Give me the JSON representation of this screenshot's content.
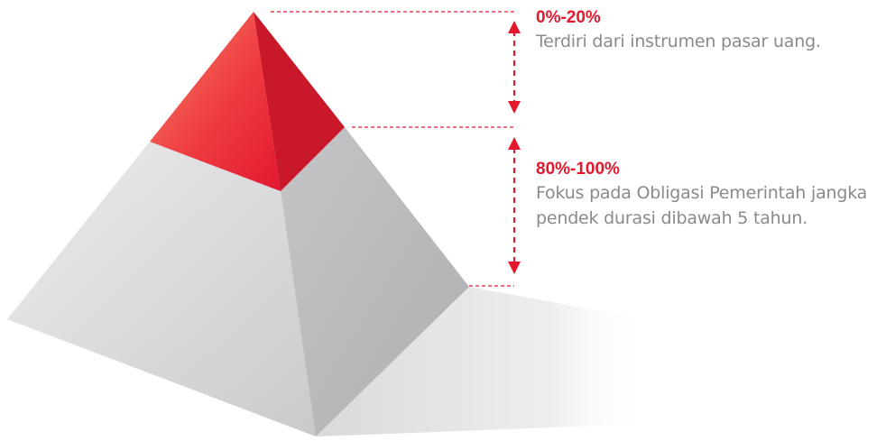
{
  "colors": {
    "accent": "#e3182d",
    "text_muted": "#8a8a8a",
    "pyramid_gray_left": "#d3d4d6",
    "pyramid_gray_right": "#b7b8ba"
  },
  "tiers": [
    {
      "percentage": "0%-20%",
      "description": "Terdiri dari instrumen pasar uang."
    },
    {
      "percentage": "80%-100%",
      "description": "Fokus pada Obligasi Pemerintah jangka pendek durasi dibawah 5 tahun."
    }
  ]
}
